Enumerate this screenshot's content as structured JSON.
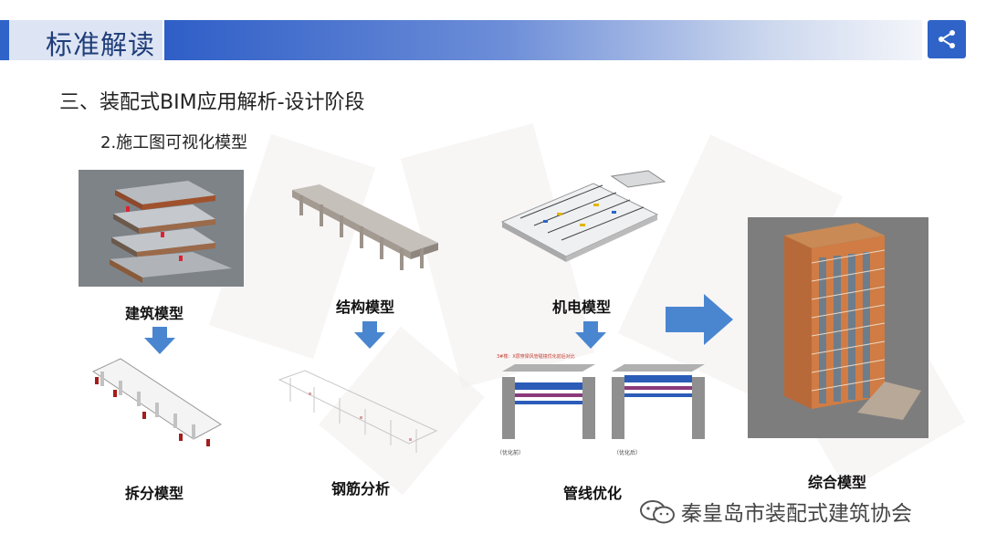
{
  "header": {
    "title": "标准解读"
  },
  "heading": "三、装配式BIM应用解析-设计阶段",
  "subheading": "2.施工图可视化模型",
  "models": {
    "architecture": "建筑模型",
    "structure": "结构模型",
    "mep": "机电模型",
    "split": "拆分模型",
    "rebar": "钢筋分析",
    "pipeline": "管线优化",
    "integrated": "综合模型"
  },
  "pipeline_image": {
    "caption_top": "3#楼：X层穿梁风管碰撞优化前后对比",
    "caption_left": "（优化前）",
    "caption_right": "（优化后）"
  },
  "footer": {
    "source": "秦皇岛市装配式建筑协会"
  },
  "colors": {
    "accent": "#2f63c8",
    "arrow": "#4a86d0"
  }
}
